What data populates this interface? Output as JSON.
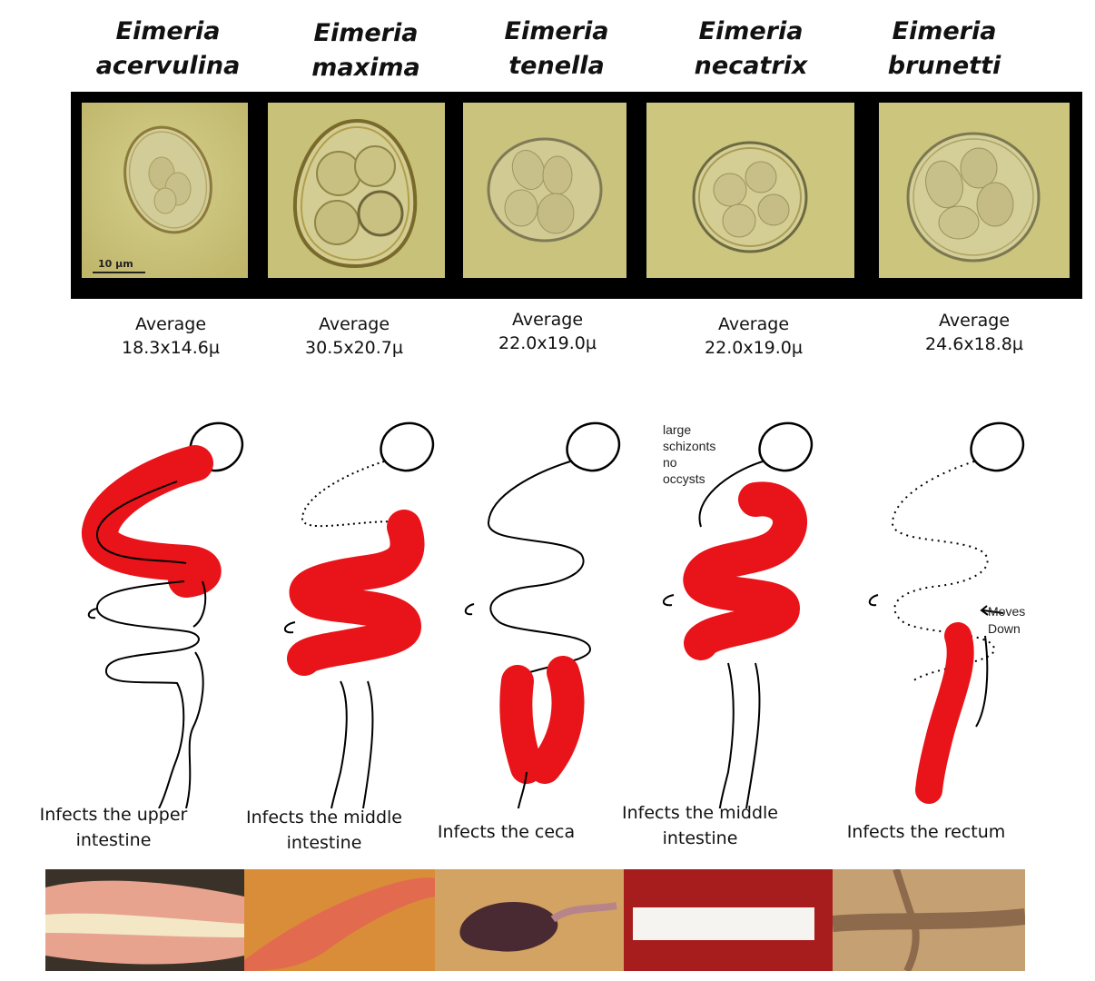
{
  "species": [
    {
      "title_line1": "Eimeria",
      "title_line2": "acervulina",
      "avg_label": "Average",
      "size": "18.3x14.6µ",
      "infects": "Infects the upper intestine"
    },
    {
      "title_line1": "Eimeria",
      "title_line2": "maxima",
      "avg_label": "Average",
      "size": "30.5x20.7µ",
      "infects": "Infects the middle intestine"
    },
    {
      "title_line1": "Eimeria",
      "title_line2": "tenella",
      "avg_label": "Average",
      "size": "22.0x19.0µ",
      "infects": "Infects the ceca"
    },
    {
      "title_line1": "Eimeria",
      "title_line2": "necatrix",
      "avg_label": "Average",
      "size": "22.0x19.0µ",
      "infects": "Infects the middle intestine"
    },
    {
      "title_line1": "Eimeria",
      "title_line2": "brunetti",
      "avg_label": "Average",
      "size": "24.6x18.8µ",
      "infects": "Infects the rectum"
    }
  ],
  "scale_bar": "10 µm",
  "annotations": {
    "necatrix_l1": "large",
    "necatrix_l2": "schizonts",
    "necatrix_l3": "no",
    "necatrix_l4": "occysts",
    "brunetti_l1": "Moves",
    "brunetti_l2": "Down"
  },
  "colors": {
    "lesion_red": "#e8141a",
    "micrograph_bg": "#c9c27a",
    "oocyst_wall": "#8c7a3a",
    "frame": "#000000"
  }
}
